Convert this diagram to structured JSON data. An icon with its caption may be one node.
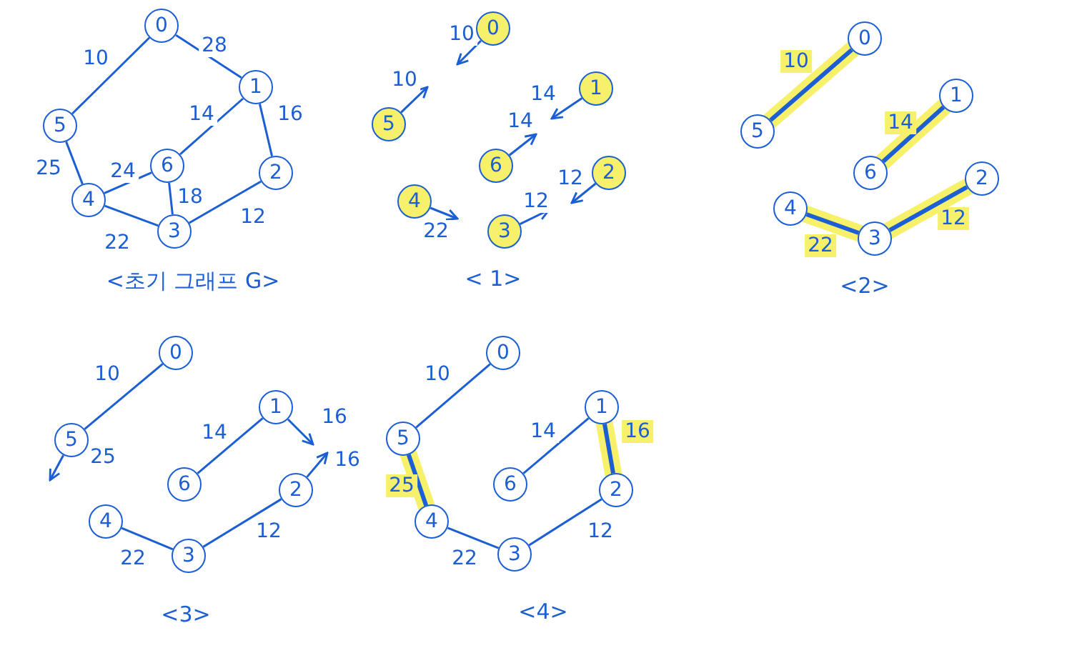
{
  "diagram": {
    "nodes": [
      {
        "text": [
          "0"
        ]
      },
      {
        "text": [
          "1"
        ]
      },
      {
        "text": [
          "2"
        ]
      },
      {
        "text": [
          "3"
        ]
      },
      {
        "text": [
          "4"
        ]
      },
      {
        "text": [
          "5"
        ]
      },
      {
        "text": [
          "6"
        ]
      },
      {
        "text": [
          "0"
        ]
      },
      {
        "text": [
          "1"
        ]
      },
      {
        "text": [
          "2"
        ]
      },
      {
        "text": [
          "3"
        ]
      },
      {
        "text": [
          "4"
        ]
      },
      {
        "text": [
          "5"
        ]
      },
      {
        "text": [
          "6"
        ]
      },
      {
        "text": [
          "0"
        ]
      },
      {
        "text": [
          "1"
        ]
      },
      {
        "text": [
          "2"
        ]
      },
      {
        "text": [
          "3"
        ]
      },
      {
        "text": [
          "4"
        ]
      },
      {
        "text": [
          "5"
        ]
      },
      {
        "text": [
          "6"
        ]
      },
      {
        "text": [
          "0"
        ]
      },
      {
        "text": [
          "1"
        ]
      },
      {
        "text": [
          "2"
        ]
      },
      {
        "text": [
          "3"
        ]
      },
      {
        "text": [
          "4"
        ]
      },
      {
        "text": [
          "5"
        ]
      },
      {
        "text": [
          "6"
        ]
      },
      {
        "text": [
          "0"
        ]
      },
      {
        "text": [
          "1"
        ]
      },
      {
        "text": [
          "2"
        ]
      },
      {
        "text": [
          "3"
        ]
      },
      {
        "text": [
          "4"
        ]
      },
      {
        "text": [
          "5"
        ]
      },
      {
        "text": [
          "6"
        ]
      }
    ],
    "edges": [
      {
        "from": 0,
        "to": 5,
        "arrow": "none",
        "label": "10"
      },
      {
        "from": 0,
        "to": 1,
        "arrow": "none",
        "label": "28"
      },
      {
        "from": 1,
        "to": 6,
        "arrow": "none",
        "label": "14"
      },
      {
        "from": 1,
        "to": 2,
        "arrow": "none",
        "label": "16"
      },
      {
        "from": 5,
        "to": 4,
        "arrow": "none",
        "label": "25"
      },
      {
        "from": 4,
        "to": 6,
        "arrow": "none",
        "label": "24"
      },
      {
        "from": 6,
        "to": 3,
        "arrow": "none",
        "label": "18"
      },
      {
        "from": 4,
        "to": 3,
        "arrow": "none",
        "label": "22"
      },
      {
        "from": 3,
        "to": 2,
        "arrow": "none",
        "label": "12"
      },
      {
        "from": 7,
        "to": null,
        "arrow": "to",
        "label": "10"
      },
      {
        "from": 12,
        "to": null,
        "arrow": "to",
        "label": "10"
      },
      {
        "from": 8,
        "to": null,
        "arrow": "to",
        "label": "14"
      },
      {
        "from": 13,
        "to": null,
        "arrow": "to",
        "label": "14"
      },
      {
        "from": 9,
        "to": null,
        "arrow": "to",
        "label": "12"
      },
      {
        "from": 11,
        "to": null,
        "arrow": "to",
        "label": "22"
      },
      {
        "from": 10,
        "to": null,
        "arrow": "to",
        "label": "12"
      },
      {
        "from": 14,
        "to": 19,
        "arrow": "none",
        "label": "10",
        "style": "thick"
      },
      {
        "from": 15,
        "to": 20,
        "arrow": "none",
        "label": "14",
        "style": "thick"
      },
      {
        "from": 18,
        "to": 17,
        "arrow": "none",
        "label": "22",
        "style": "thick"
      },
      {
        "from": 17,
        "to": 16,
        "arrow": "none",
        "label": "12",
        "style": "thick"
      },
      {
        "from": 21,
        "to": 26,
        "arrow": "none",
        "label": "10"
      },
      {
        "from": 22,
        "to": 27,
        "arrow": "none",
        "label": "14"
      },
      {
        "from": 25,
        "to": 24,
        "arrow": "none",
        "label": "22"
      },
      {
        "from": 24,
        "to": 23,
        "arrow": "none",
        "label": "12"
      },
      {
        "from": 26,
        "to": null,
        "arrow": "to",
        "label": "25"
      },
      {
        "from": 22,
        "to": null,
        "arrow": "to",
        "label": "16"
      },
      {
        "from": 23,
        "to": null,
        "arrow": "to",
        "label": "16"
      },
      {
        "from": 28,
        "to": 33,
        "arrow": "none",
        "label": "10"
      },
      {
        "from": 29,
        "to": 34,
        "arrow": "none",
        "label": "14"
      },
      {
        "from": 33,
        "to": 32,
        "arrow": "none",
        "label": "25",
        "style": "thick"
      },
      {
        "from": 29,
        "to": 30,
        "arrow": "none",
        "label": "16",
        "style": "thick"
      },
      {
        "from": 32,
        "to": 31,
        "arrow": "none",
        "label": "22"
      },
      {
        "from": 31,
        "to": 30,
        "arrow": "none",
        "label": "12"
      }
    ],
    "labels": [
      "<초기 그래프 G>",
      "< 1>",
      "<2>",
      "<3>",
      "<4>"
    ]
  }
}
